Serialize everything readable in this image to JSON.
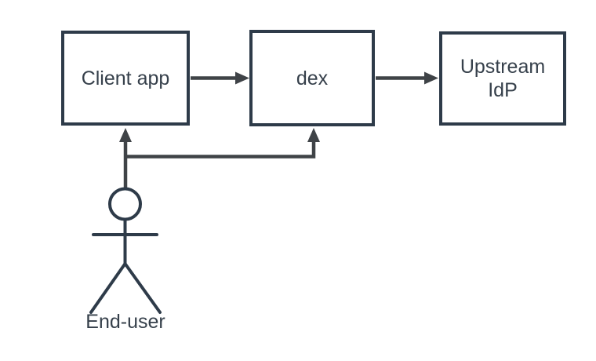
{
  "diagram": {
    "type": "flow",
    "nodes": [
      {
        "id": "client-app",
        "label": "Client app"
      },
      {
        "id": "dex",
        "label": "dex"
      },
      {
        "id": "upstream-idp",
        "label": "Upstream IdP"
      }
    ],
    "actor": {
      "id": "end-user",
      "label": "End-user"
    },
    "edges": [
      {
        "from": "client-app",
        "to": "dex"
      },
      {
        "from": "dex",
        "to": "upstream-idp"
      },
      {
        "from": "end-user",
        "to": "client-app"
      },
      {
        "from": "end-user",
        "to": "dex"
      }
    ],
    "colors": {
      "background": "#ffffff",
      "node_fill": "#ffffff",
      "node_border": "#2e3b49",
      "edge_stroke": "#3f4347",
      "actor_stroke": "#2e3b49",
      "label_text": "#36404b"
    }
  }
}
